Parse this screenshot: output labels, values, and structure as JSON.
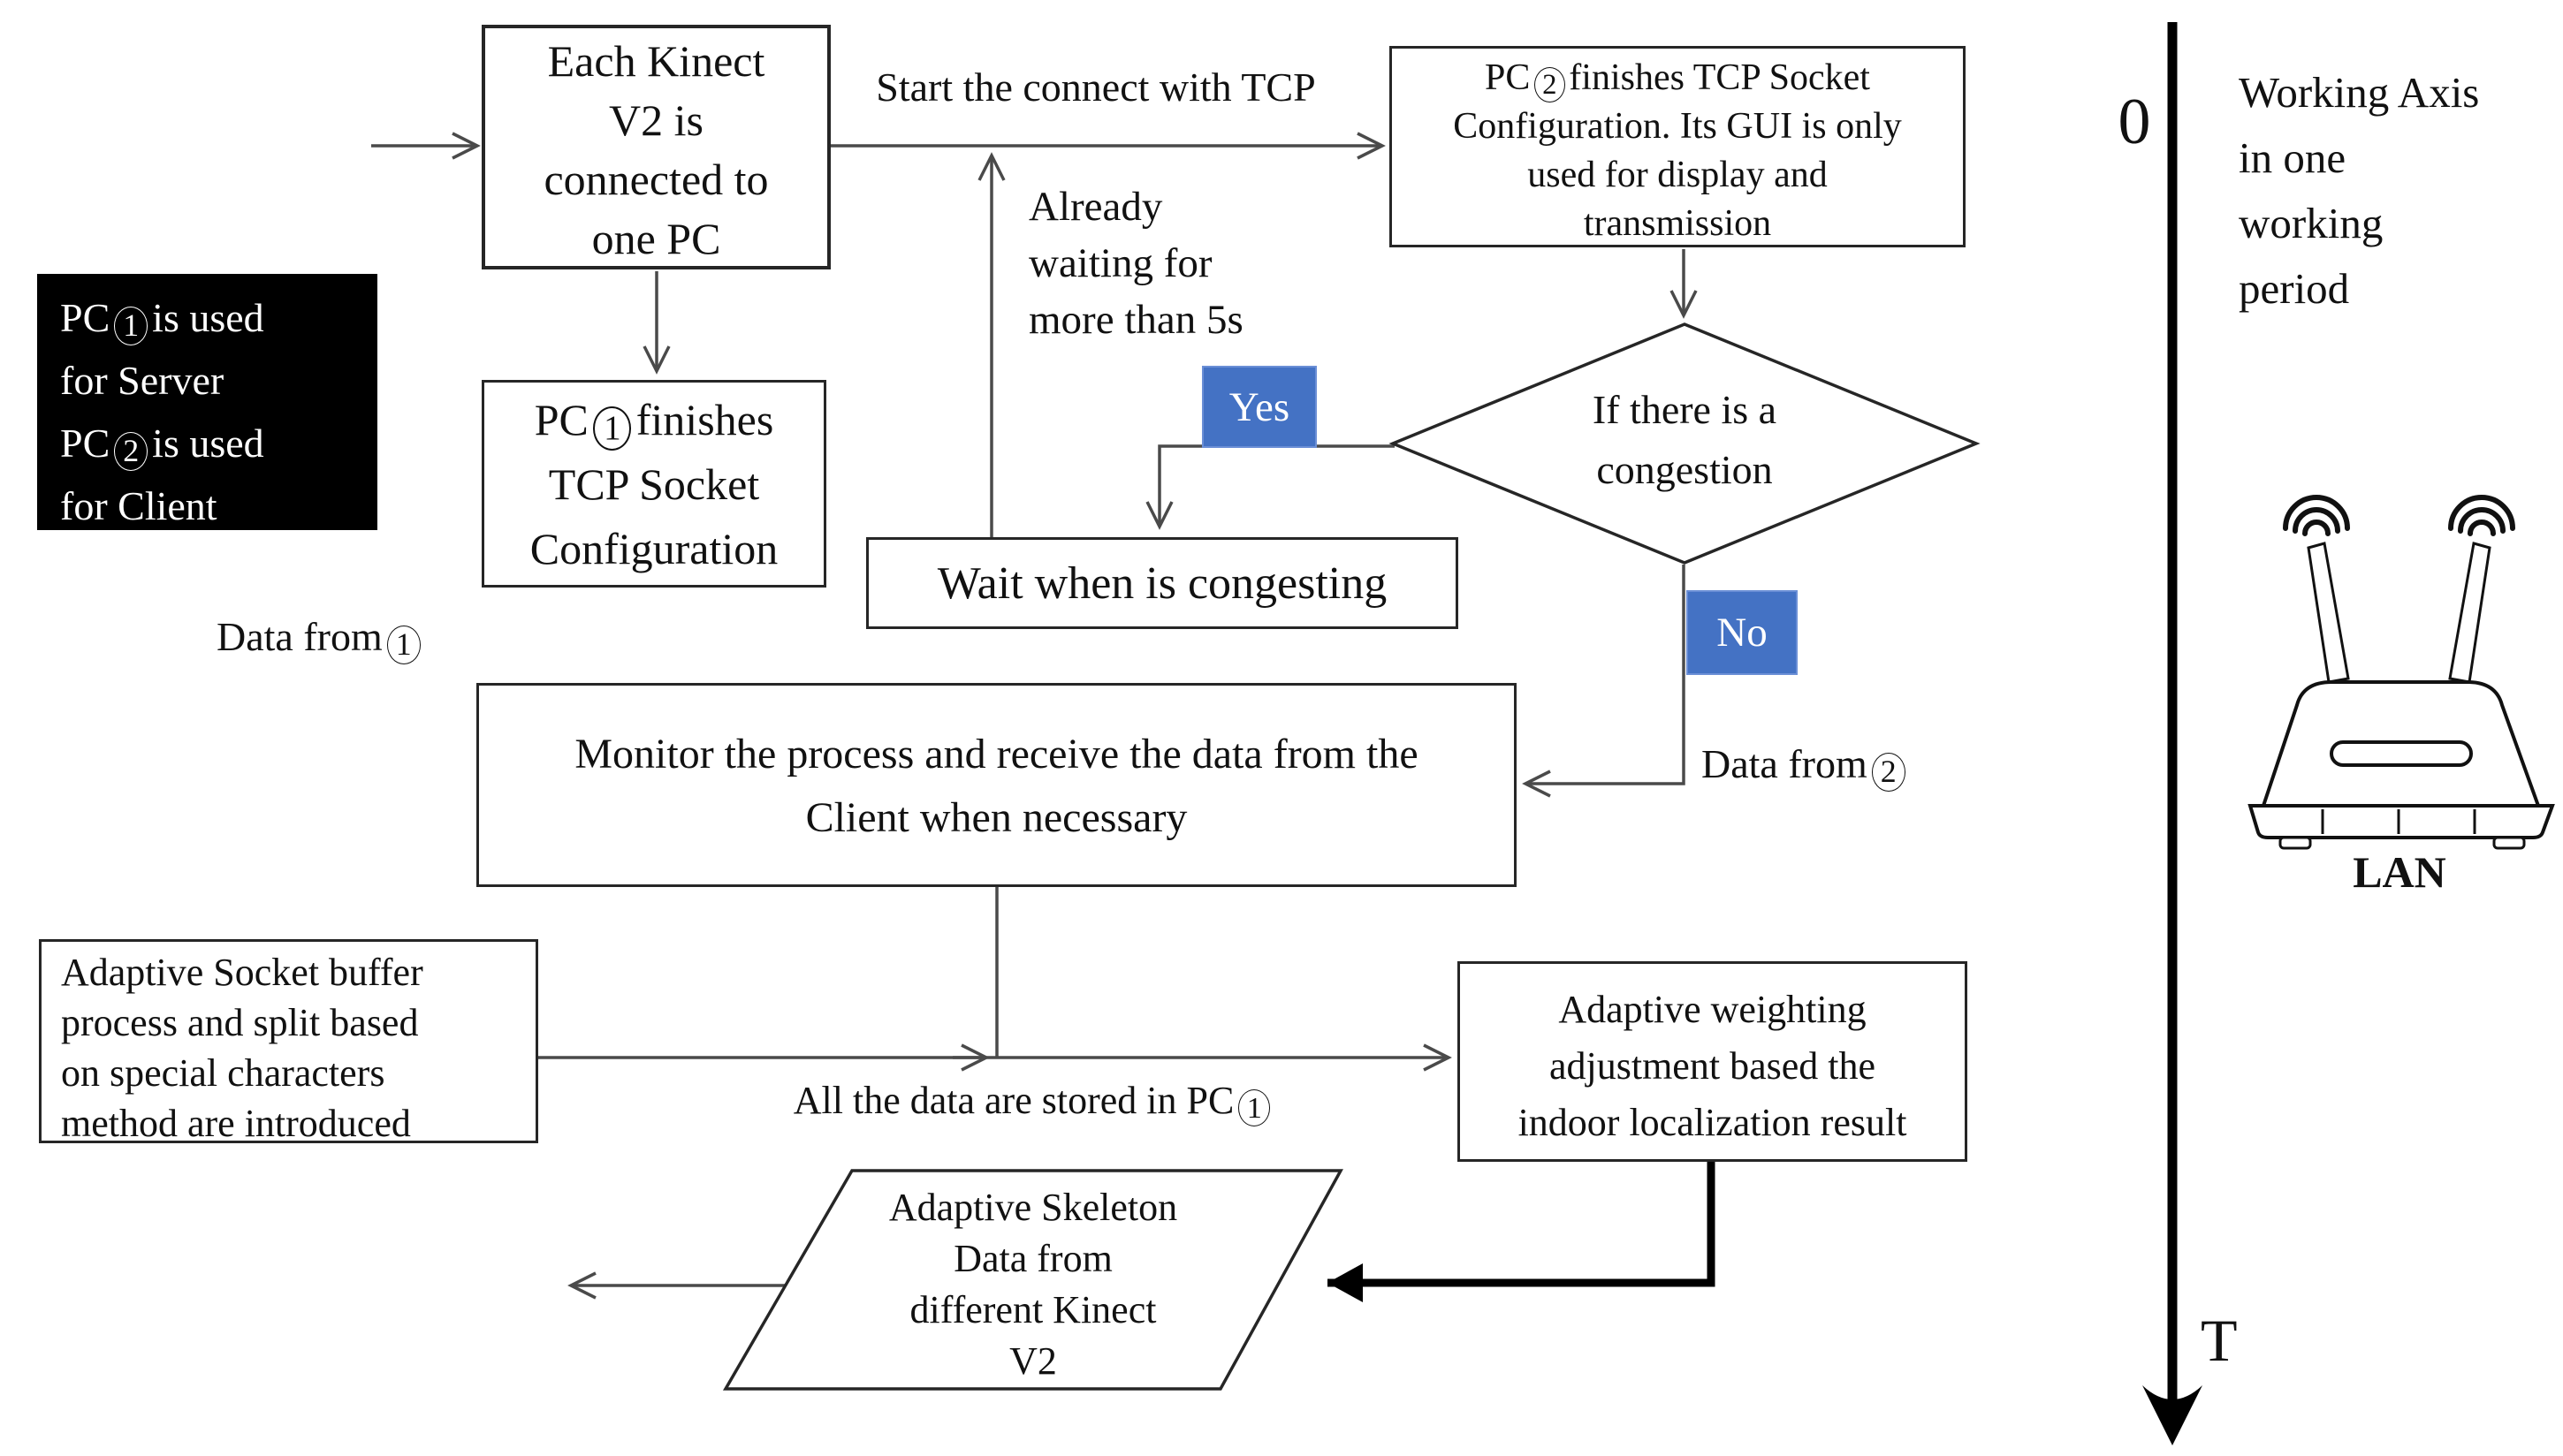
{
  "colors": {
    "accent_blue": "#4472C4",
    "box_border": "#262626",
    "connector": "#4a4a4a",
    "legend_bg": "#000000",
    "text": "#111111"
  },
  "nodes": {
    "each_kinect": {
      "lines": [
        "Each Kinect",
        "V2 is",
        "connected to",
        "one PC"
      ]
    },
    "legend": {
      "l1_pre": "PC",
      "l1_num": "1",
      "l1_post": "is used",
      "l2": "for Server",
      "l3_pre": "PC",
      "l3_num": "2",
      "l3_post": "is used",
      "l4": "for Client"
    },
    "pc2_config": {
      "l1_pre": "PC",
      "l1_num": "2",
      "l1_post": "finishes TCP Socket",
      "l2": "Configuration. Its GUI is only",
      "l3": "used for display and",
      "l4": "transmission"
    },
    "pc1_config": {
      "l1_pre": "PC",
      "l1_num": "1",
      "l1_post": "finishes",
      "l2": "TCP Socket",
      "l3": "Configuration"
    },
    "decision": {
      "line1": "If there is a",
      "line2": "congestion"
    },
    "wait_box": {
      "label": "Wait when is congesting"
    },
    "monitor": {
      "line1": "Monitor the process and receive the data from the",
      "line2": "Client when necessary"
    },
    "socket_buffer": {
      "lines": [
        "Adaptive Socket buffer",
        "process and split based",
        "on special characters",
        "method are introduced"
      ]
    },
    "weighting": {
      "lines": [
        "Adaptive weighting",
        "adjustment based the",
        "indoor localization result"
      ]
    },
    "skeleton_output": {
      "lines": [
        "Adaptive Skeleton",
        "Data from",
        "different Kinect",
        "V2"
      ]
    }
  },
  "labels": {
    "start_tcp": "Start the connect with TCP",
    "already_waiting": {
      "lines": [
        "Already",
        "waiting for",
        "more than 5s"
      ]
    },
    "yes": "Yes",
    "no": "No",
    "data_from_1": {
      "pre": "Data from",
      "num": "1"
    },
    "data_from_2": {
      "pre": "Data from",
      "num": "2"
    },
    "stored": {
      "pre": "All the data are stored in PC",
      "num": "1"
    }
  },
  "axis": {
    "origin": "0",
    "end": "T",
    "title_lines": [
      "Working Axis",
      "in one",
      "working",
      "period"
    ],
    "lan": "LAN"
  }
}
